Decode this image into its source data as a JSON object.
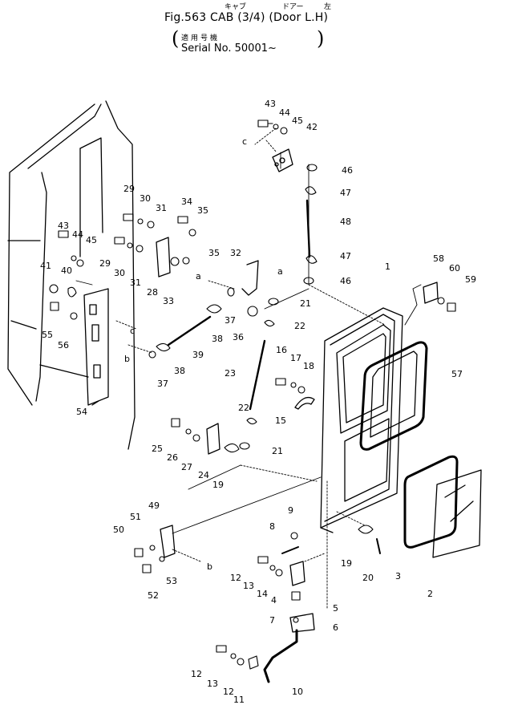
{
  "header": {
    "kana_cab": "キャブ",
    "kana_door": "ドアー",
    "kana_left": "左",
    "title": "Fig.563 CAB (3/4) (Door L.H)",
    "serial_jp": "適用号機",
    "serial": "Serial No. 50001~",
    "paren_open": "(",
    "paren_close": ")"
  },
  "callouts": [
    {
      "id": "c1",
      "text": "1"
    },
    {
      "id": "c2",
      "text": "2"
    },
    {
      "id": "c3",
      "text": "3"
    },
    {
      "id": "c4",
      "text": "4"
    },
    {
      "id": "c5",
      "text": "5"
    },
    {
      "id": "c6",
      "text": "6"
    },
    {
      "id": "c7",
      "text": "7"
    },
    {
      "id": "c8",
      "text": "8"
    },
    {
      "id": "c9",
      "text": "9"
    },
    {
      "id": "c10",
      "text": "10"
    },
    {
      "id": "c11",
      "text": "11"
    },
    {
      "id": "c12a",
      "text": "12"
    },
    {
      "id": "c12b",
      "text": "12"
    },
    {
      "id": "c12c",
      "text": "12"
    },
    {
      "id": "c13a",
      "text": "13"
    },
    {
      "id": "c13b",
      "text": "13"
    },
    {
      "id": "c14",
      "text": "14"
    },
    {
      "id": "c15",
      "text": "15"
    },
    {
      "id": "c16",
      "text": "16"
    },
    {
      "id": "c17",
      "text": "17"
    },
    {
      "id": "c18",
      "text": "18"
    },
    {
      "id": "c19a",
      "text": "19"
    },
    {
      "id": "c19b",
      "text": "19"
    },
    {
      "id": "c20",
      "text": "20"
    },
    {
      "id": "c21a",
      "text": "21"
    },
    {
      "id": "c21b",
      "text": "21"
    },
    {
      "id": "c22a",
      "text": "22"
    },
    {
      "id": "c22b",
      "text": "22"
    },
    {
      "id": "c23",
      "text": "23"
    },
    {
      "id": "c24",
      "text": "24"
    },
    {
      "id": "c25",
      "text": "25"
    },
    {
      "id": "c26",
      "text": "26"
    },
    {
      "id": "c27",
      "text": "27"
    },
    {
      "id": "c28",
      "text": "28"
    },
    {
      "id": "c29a",
      "text": "29"
    },
    {
      "id": "c29b",
      "text": "29"
    },
    {
      "id": "c30a",
      "text": "30"
    },
    {
      "id": "c30b",
      "text": "30"
    },
    {
      "id": "c31a",
      "text": "31"
    },
    {
      "id": "c31b",
      "text": "31"
    },
    {
      "id": "c32",
      "text": "32"
    },
    {
      "id": "c33",
      "text": "33"
    },
    {
      "id": "c34",
      "text": "34"
    },
    {
      "id": "c35a",
      "text": "35"
    },
    {
      "id": "c35b",
      "text": "35"
    },
    {
      "id": "c36",
      "text": "36"
    },
    {
      "id": "c37a",
      "text": "37"
    },
    {
      "id": "c37b",
      "text": "37"
    },
    {
      "id": "c38a",
      "text": "38"
    },
    {
      "id": "c38b",
      "text": "38"
    },
    {
      "id": "c39",
      "text": "39"
    },
    {
      "id": "c40",
      "text": "40"
    },
    {
      "id": "c41",
      "text": "41"
    },
    {
      "id": "c42",
      "text": "42"
    },
    {
      "id": "c43a",
      "text": "43"
    },
    {
      "id": "c43b",
      "text": "43"
    },
    {
      "id": "c44a",
      "text": "44"
    },
    {
      "id": "c44b",
      "text": "44"
    },
    {
      "id": "c45a",
      "text": "45"
    },
    {
      "id": "c45b",
      "text": "45"
    },
    {
      "id": "c46a",
      "text": "46"
    },
    {
      "id": "c46b",
      "text": "46"
    },
    {
      "id": "c47a",
      "text": "47"
    },
    {
      "id": "c47b",
      "text": "47"
    },
    {
      "id": "c48",
      "text": "48"
    },
    {
      "id": "c49",
      "text": "49"
    },
    {
      "id": "c50",
      "text": "50"
    },
    {
      "id": "c51",
      "text": "51"
    },
    {
      "id": "c52",
      "text": "52"
    },
    {
      "id": "c53",
      "text": "53"
    },
    {
      "id": "c54",
      "text": "54"
    },
    {
      "id": "c55",
      "text": "55"
    },
    {
      "id": "c56",
      "text": "56"
    },
    {
      "id": "c57",
      "text": "57"
    },
    {
      "id": "c58",
      "text": "58"
    },
    {
      "id": "c59",
      "text": "59"
    },
    {
      "id": "c60",
      "text": "60"
    },
    {
      "id": "la1",
      "text": "a"
    },
    {
      "id": "la2",
      "text": "a"
    },
    {
      "id": "lb1",
      "text": "b"
    },
    {
      "id": "lb2",
      "text": "b"
    },
    {
      "id": "lc1",
      "text": "c"
    },
    {
      "id": "lc2",
      "text": "c"
    }
  ]
}
